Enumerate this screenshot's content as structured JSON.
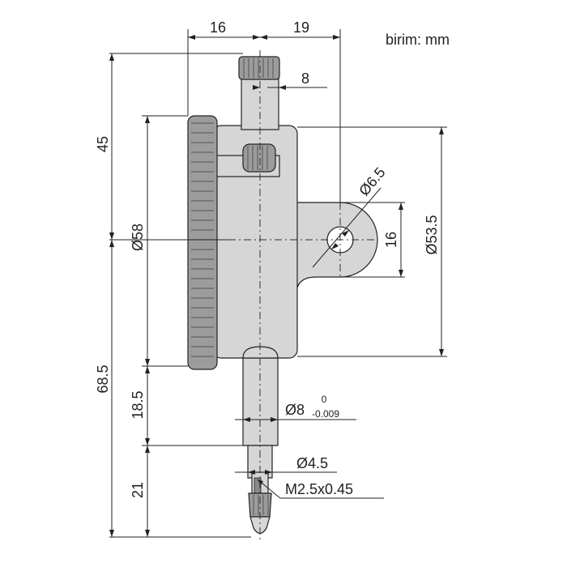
{
  "unit_label": "birim: mm",
  "dimensions": {
    "top_left_width": "16",
    "top_right_width": "19",
    "stem_offset": "8",
    "height_upper": "45",
    "dial_diameter": "Ø58",
    "height_lower": "68.5",
    "lug_hole_diameter": "Ø6.5",
    "lug_height": "16",
    "back_diameter": "Ø53.5",
    "stem_length": "18.5",
    "stem_diameter": "Ø8",
    "stem_tol_upper": "0",
    "stem_tol_lower": "-0.009",
    "spindle_diameter": "Ø4.5",
    "thread": "M2.5x0.45",
    "spindle_length": "21"
  }
}
